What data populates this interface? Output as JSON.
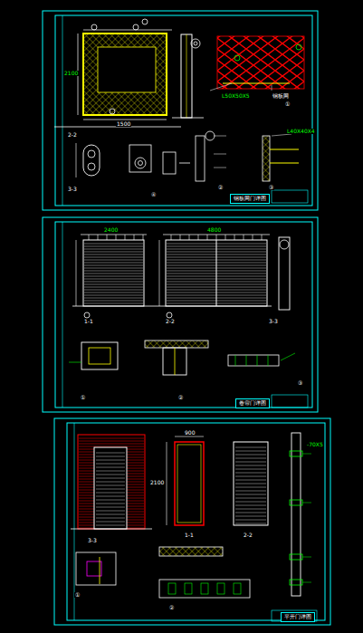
{
  "diagram": {
    "nodes": [
      {
        "text": [
          "钢板网门详图"
        ]
      },
      {
        "text": [
          "卷帘门详图"
        ]
      },
      {
        "text": [
          "平开门详图"
        ]
      }
    ],
    "labels": [
      "2100",
      "1500",
      "L50X50X5",
      "钢板网",
      "①",
      "2-2",
      "3-3",
      "②",
      "③",
      "L40X40X4",
      "④",
      "2400",
      "4800",
      "1-1",
      "2-2",
      "3-3",
      "①",
      "②",
      "③",
      "900",
      "2100",
      "-70X5",
      "1-1",
      "2-2",
      "3-3",
      "①",
      "②"
    ]
  }
}
